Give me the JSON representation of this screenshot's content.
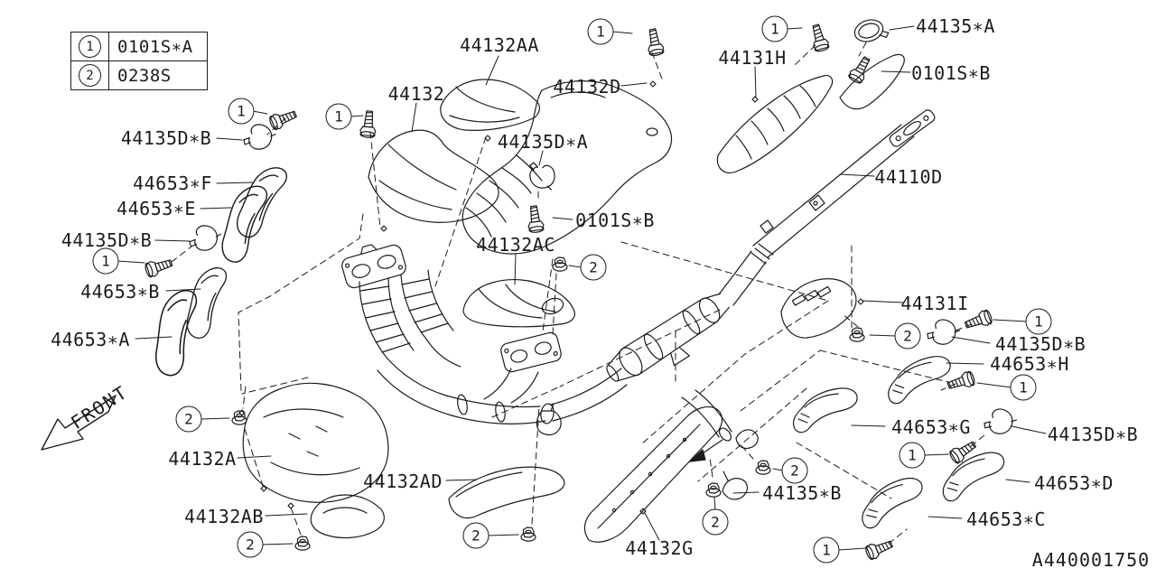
{
  "legend": {
    "rows": [
      {
        "num": "1",
        "code": "0101S∗A"
      },
      {
        "num": "2",
        "code": "0238S"
      }
    ]
  },
  "callout_numbers": {
    "bolt": "1",
    "nut": "2"
  },
  "front_label": "FRONT",
  "drawing_number": "A440001750",
  "colors": {
    "ink": "#1c1c1c",
    "background": "#ffffff"
  },
  "part_labels": [
    {
      "text": "44132AA"
    },
    {
      "text": "44135∗A"
    },
    {
      "text": "0101S∗B"
    },
    {
      "text": "44131H"
    },
    {
      "text": "44132D"
    },
    {
      "text": "44132"
    },
    {
      "text": "44135D∗B"
    },
    {
      "text": "44135D∗A"
    },
    {
      "text": "44653∗F"
    },
    {
      "text": "44653∗E"
    },
    {
      "text": "44110D"
    },
    {
      "text": "0101S∗B"
    },
    {
      "text": "44135D∗B"
    },
    {
      "text": "44132AC"
    },
    {
      "text": "44653∗B"
    },
    {
      "text": "44653∗A"
    },
    {
      "text": "44131I"
    },
    {
      "text": "44135D∗B"
    },
    {
      "text": "44653∗H"
    },
    {
      "text": "44653∗G"
    },
    {
      "text": "44135D∗B"
    },
    {
      "text": "44653∗D"
    },
    {
      "text": "44135∗B"
    },
    {
      "text": "44653∗C"
    },
    {
      "text": "44132A"
    },
    {
      "text": "44132AD"
    },
    {
      "text": "44132AB"
    },
    {
      "text": "44132G"
    }
  ]
}
